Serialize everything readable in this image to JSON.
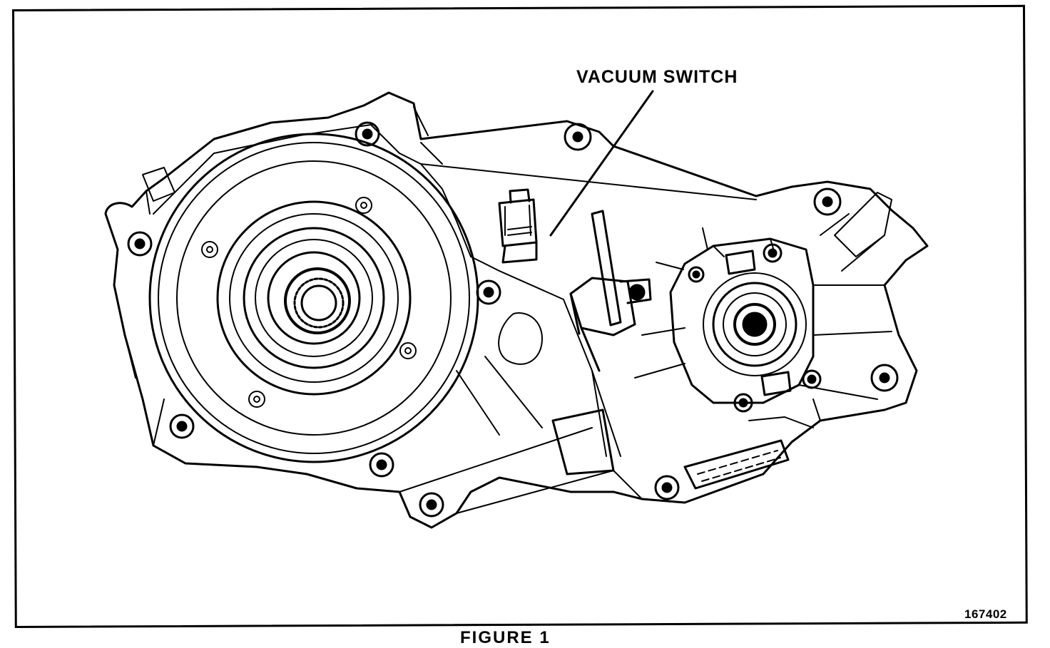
{
  "callouts": [
    {
      "label": "VACUUM SWITCH"
    }
  ],
  "figure_id": "167402",
  "caption": "FIGURE 1"
}
